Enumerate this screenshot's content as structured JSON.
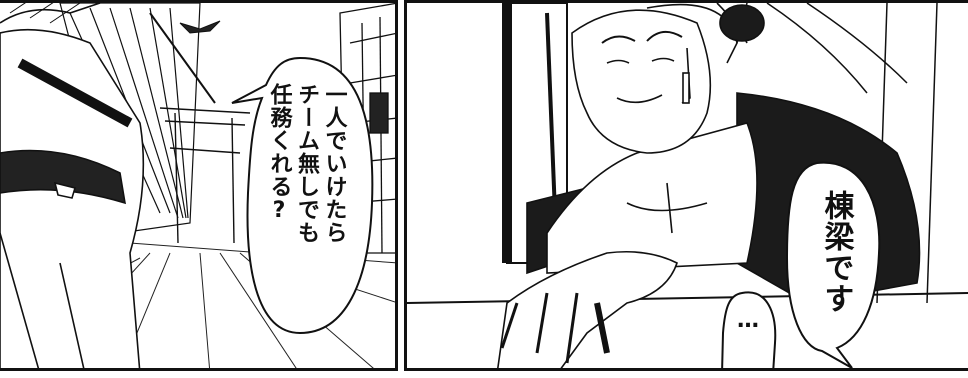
{
  "panels": {
    "left": {
      "speech": {
        "lines": [
          "一人でいけたら",
          "チーム無しでも",
          "任務くれる?"
        ]
      }
    },
    "right": {
      "speech_main": {
        "text": "棟梁です"
      },
      "speech_small": {
        "text": "…"
      }
    }
  },
  "colors": {
    "ink": "#111111",
    "paper": "#ffffff",
    "tone": "#2a2a2a"
  }
}
